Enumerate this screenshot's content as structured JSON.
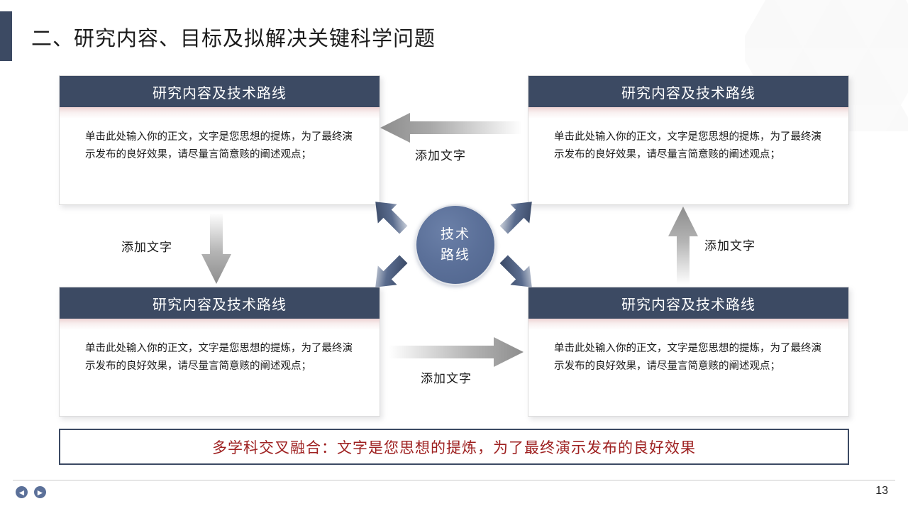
{
  "slide": {
    "title": "二、研究内容、目标及拟解决关键科学问题",
    "page_number": "13",
    "accent_navy": "#3c4a63",
    "accent_blue": "#5b7099",
    "banner_red": "#9e2020"
  },
  "cards": [
    {
      "id": "top-left",
      "header": "研究内容及技术路线",
      "body": "单击此处输入你的正文，文字是您思想的提炼，为了最终演示发布的良好效果，请尽量言简意赅的阐述观点；"
    },
    {
      "id": "top-right",
      "header": "研究内容及技术路线",
      "body": "单击此处输入你的正文，文字是您思想的提炼，为了最终演示发布的良好效果，请尽量言简意赅的阐述观点；"
    },
    {
      "id": "bottom-left",
      "header": "研究内容及技术路线",
      "body": "单击此处输入你的正文，文字是您思想的提炼，为了最终演示发布的良好效果，请尽量言简意赅的阐述观点；"
    },
    {
      "id": "bottom-right",
      "header": "研究内容及技术路线",
      "body": "单击此处输入你的正文，文字是您思想的提炼，为了最终演示发布的良好效果，请尽量言简意赅的阐述观点；"
    }
  ],
  "center": {
    "line1": "技术",
    "line2": "路线"
  },
  "arrows": [
    {
      "id": "top",
      "direction": "left",
      "label": "添加文字"
    },
    {
      "id": "left",
      "direction": "down",
      "label": "添加文字"
    },
    {
      "id": "right",
      "direction": "up",
      "label": "添加文字"
    },
    {
      "id": "bottom",
      "direction": "right",
      "label": "添加文字"
    }
  ],
  "banner": {
    "text": "多学科交叉融合：文字是您思想的提炼，为了最终演示发布的良好效果"
  },
  "footer": {
    "prev_icon": "◄",
    "next_icon": "►"
  }
}
